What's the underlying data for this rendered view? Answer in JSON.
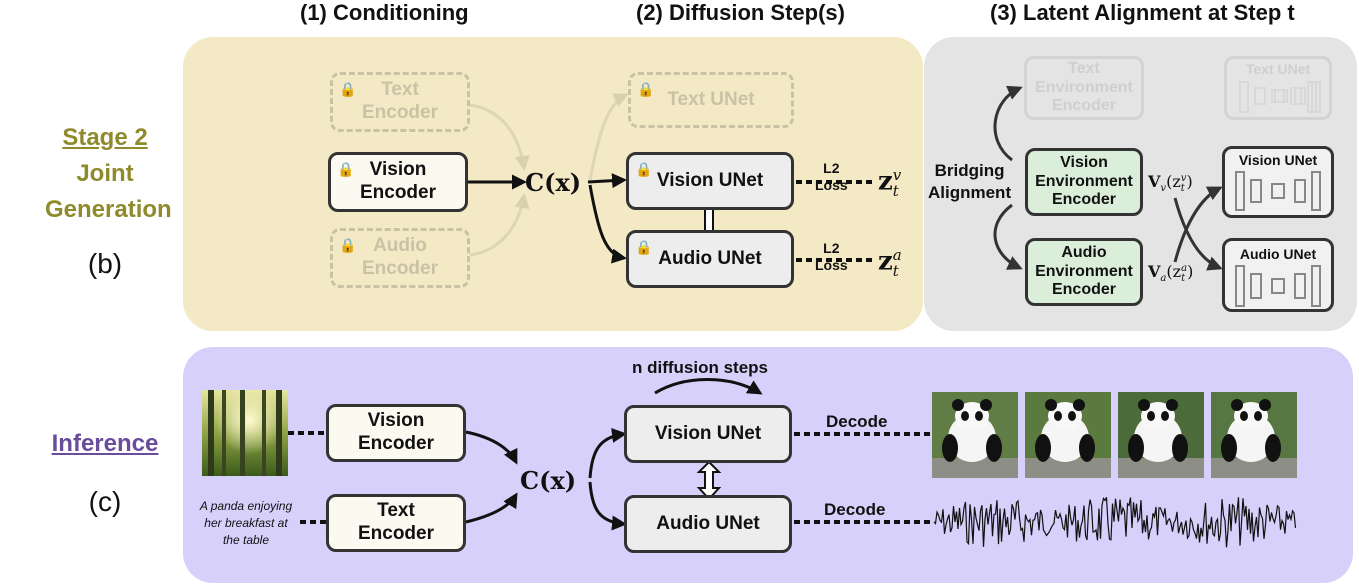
{
  "headers": {
    "conditioning": "(1) Conditioning",
    "diffusion": "(2) Diffusion Step(s)",
    "alignment": "(3) Latent Alignment at Step t"
  },
  "stage2": {
    "line1": "Stage 2",
    "line2": "Joint",
    "line3": "Generation",
    "tag": "(b)",
    "text_encoder": "Text\nEncoder",
    "vision_encoder": "Vision\nEncoder",
    "audio_encoder": "Audio\nEncoder",
    "cx": "C(x)",
    "text_unet": "Text UNet",
    "vision_unet": "Vision UNet",
    "audio_unet": "Audio UNet",
    "loss_top": "L2\nLoss",
    "loss_bottom": "L2\nLoss",
    "zv": "z",
    "zv_sub": "t",
    "zv_sup": "v",
    "za": "z",
    "za_sub": "t",
    "za_sup": "a"
  },
  "alignment": {
    "text_env": "Text\nEnvironment\nEncoder",
    "vision_env": "Vision\nEnvironment\nEncoder",
    "audio_env": "Audio\nEnvironment\nEncoder",
    "bridging": "Bridging\nAlignment",
    "vv_label": "V",
    "vv_sub": "v",
    "vv_arg": "(z",
    "vv_arg_sub": "t",
    "vv_arg_sup": "v",
    "va_label": "V",
    "va_sub": "a",
    "va_arg": "(z",
    "va_arg_sub": "t",
    "va_arg_sup": "a",
    "text_unet": "Text UNet",
    "vision_unet": "Vision UNet",
    "audio_unet": "Audio UNet"
  },
  "inference": {
    "title": "Inference",
    "tag": "(c)",
    "caption": "A panda enjoying\nher breakfast at\nthe table",
    "vision_encoder": "Vision\nEncoder",
    "text_encoder": "Text\nEncoder",
    "cx": "C(x)",
    "n_steps": "n diffusion steps",
    "vision_unet": "Vision UNet",
    "audio_unet": "Audio UNet",
    "decode_top": "Decode",
    "decode_bottom": "Decode"
  },
  "colors": {
    "stage2_panel": "#f3e9c4",
    "alignment_panel": "#e4e4e4",
    "inference_panel": "#d6d0fb",
    "stage2_text": "#8f8a2c",
    "inference_text": "#6a4c9c"
  }
}
